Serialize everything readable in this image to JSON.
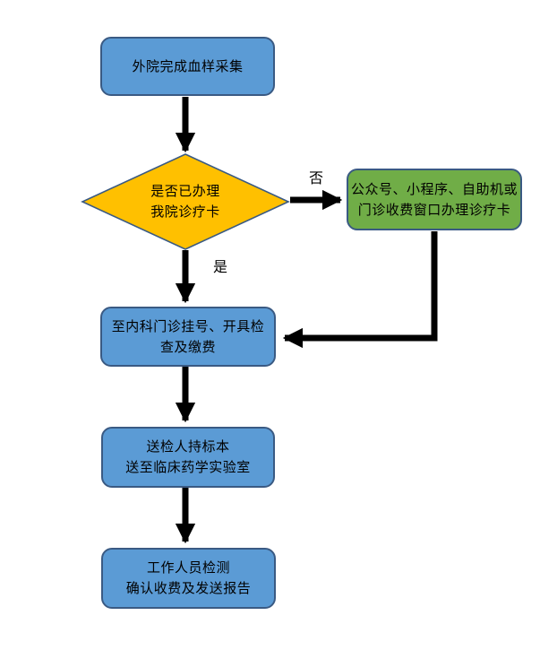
{
  "diagram": {
    "background_color": "#FFFFFF",
    "colors": {
      "process_fill": "#5B9BD5",
      "decision_fill": "#FFC000",
      "alternate_fill": "#70AD47",
      "shape_border": "#3A5A83",
      "arrow_color": "#000000",
      "text_color": "#000000"
    },
    "nodes": {
      "start": {
        "type": "process",
        "lines": [
          "外院完成血样采集"
        ]
      },
      "decision": {
        "type": "decision",
        "lines": [
          "是否已办理",
          "我院诊疗卡"
        ]
      },
      "make_card": {
        "type": "process-alt",
        "lines": [
          "公众号、小程序、自助机或",
          "门诊收费窗口办理诊疗卡"
        ]
      },
      "register": {
        "type": "process",
        "lines": [
          "至内科门诊挂号、开具检",
          "查及缴费"
        ]
      },
      "deliver": {
        "type": "process",
        "lines": [
          "送检人持标本",
          "送至临床药学实验室"
        ]
      },
      "report": {
        "type": "process",
        "lines": [
          "工作人员检测",
          "确认收费及发送报告"
        ]
      }
    },
    "edge_labels": {
      "no": "否",
      "yes": "是"
    }
  }
}
